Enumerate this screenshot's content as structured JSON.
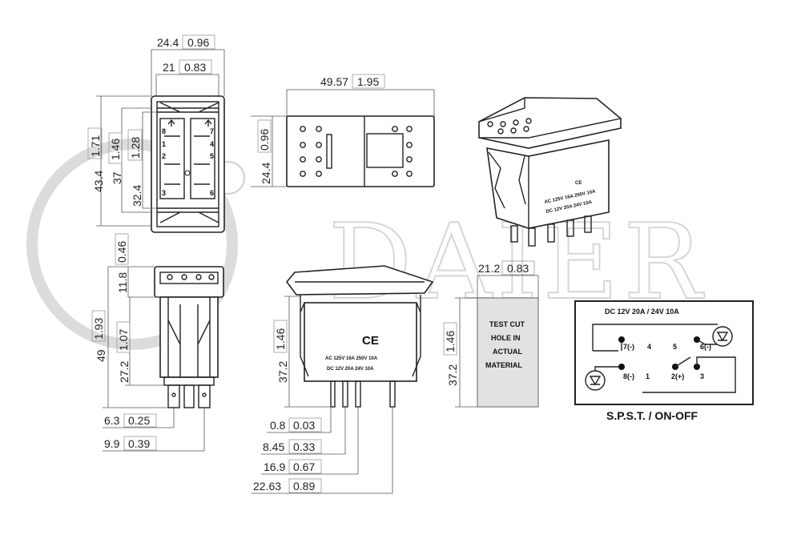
{
  "watermark": "DAIER",
  "dimensions": {
    "top_width_outer": [
      "24.4",
      "0.96"
    ],
    "top_width_inner": [
      "21",
      "0.83"
    ],
    "front_height_outer": [
      "43.4",
      "1.71"
    ],
    "front_height_mid": [
      "37",
      "1.46"
    ],
    "front_height_inner": [
      "32.4",
      "1.28"
    ],
    "rocker_length": [
      "49.57",
      "1.95"
    ],
    "rocker_height": [
      "24.4",
      "0.96"
    ],
    "side_top": [
      "11.8",
      "0.46"
    ],
    "side_total": [
      "49",
      "1.93"
    ],
    "side_body": [
      "27.2",
      "1.07"
    ],
    "side_pin_a": [
      "6.3",
      "0.25"
    ],
    "side_pin_b": [
      "9.9",
      "0.39"
    ],
    "profile_height": [
      "37.2",
      "1.46"
    ],
    "profile_pin_1": [
      "0.8",
      "0.03"
    ],
    "profile_pin_2": [
      "8.45",
      "0.33"
    ],
    "profile_pin_3": [
      "16.9",
      "0.67"
    ],
    "profile_pin_4": [
      "22.63",
      "0.89"
    ],
    "cutout_width": [
      "21.2",
      "0.83"
    ],
    "cutout_height": [
      "37.2",
      "1.46"
    ]
  },
  "pin_labels": {
    "p8": "8",
    "p7": "7",
    "p1": "1",
    "p4": "4",
    "p2": "2",
    "p5": "5",
    "p3": "3",
    "p6": "6"
  },
  "cutout": {
    "line1": "TEST CUT",
    "line2": "HOLE IN",
    "line3": "ACTUAL",
    "line4": "MATERIAL"
  },
  "markings": {
    "ce": "CE",
    "rating_ac": "AC 125V 16A 250V 10A",
    "rating_dc": "DC  12V 20A  24V 10A"
  },
  "schematic": {
    "rating": "DC  12V  20A / 24V  10A",
    "t7": "7(-)",
    "t4": "4",
    "t5": "5",
    "t6": "6(-)",
    "t8": "8(-)",
    "t1": "1",
    "t2": "2(+)",
    "t3": "3",
    "caption": "S.P.S.T. / ON-OFF"
  }
}
